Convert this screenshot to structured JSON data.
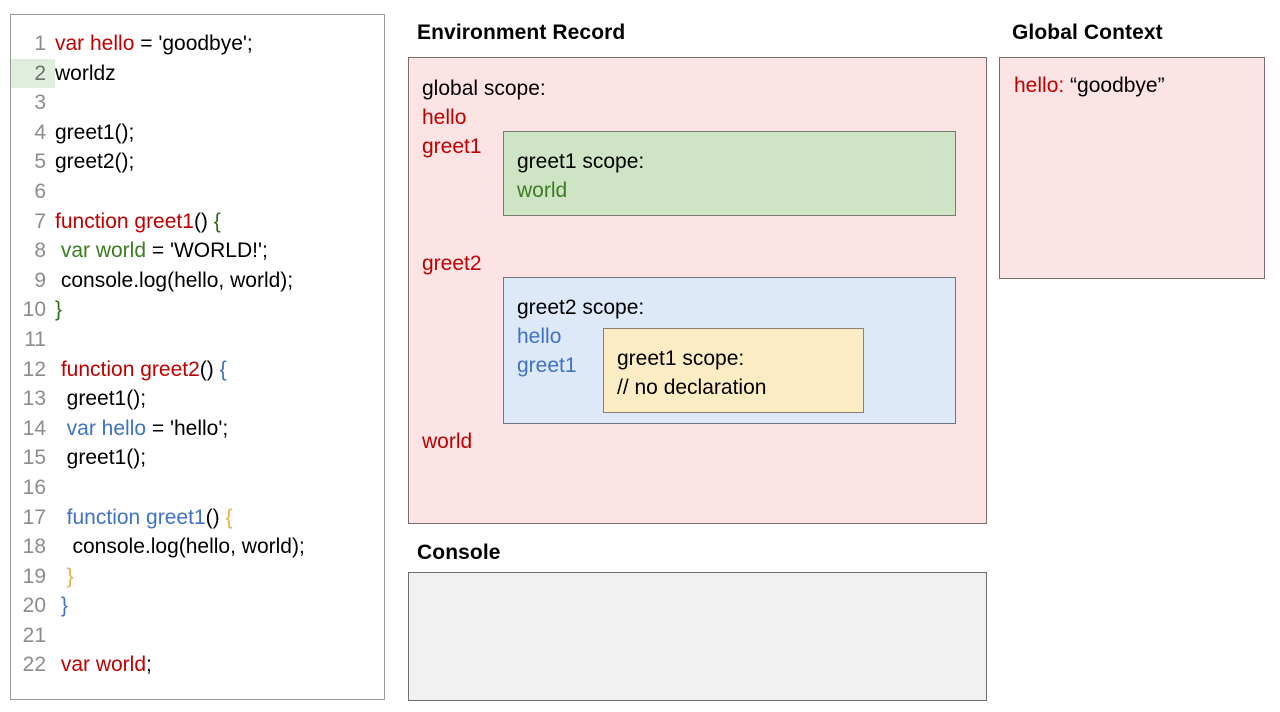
{
  "editor": {
    "highlighted_line": 2,
    "lines": [
      {
        "num": "1",
        "tokens": [
          {
            "t": "var hello",
            "c": "red"
          },
          {
            "t": " = 'goodbye';",
            "c": "black"
          }
        ]
      },
      {
        "num": "2",
        "tokens": [
          {
            "t": "worldz",
            "c": "black"
          }
        ]
      },
      {
        "num": "3",
        "tokens": [
          {
            "t": "",
            "c": "black"
          }
        ]
      },
      {
        "num": "4",
        "tokens": [
          {
            "t": "greet1();",
            "c": "black"
          }
        ]
      },
      {
        "num": "5",
        "tokens": [
          {
            "t": "greet2();",
            "c": "black"
          }
        ]
      },
      {
        "num": "6",
        "tokens": [
          {
            "t": "",
            "c": "black"
          }
        ]
      },
      {
        "num": "7",
        "tokens": [
          {
            "t": "function greet1",
            "c": "red"
          },
          {
            "t": "() ",
            "c": "black"
          },
          {
            "t": "{",
            "c": "dkgreen"
          }
        ]
      },
      {
        "num": "8",
        "tokens": [
          {
            "t": " var world",
            "c": "green"
          },
          {
            "t": " = 'WORLD!';",
            "c": "black"
          }
        ]
      },
      {
        "num": "9",
        "tokens": [
          {
            "t": " console.log(hello, world);",
            "c": "black"
          }
        ]
      },
      {
        "num": "10",
        "tokens": [
          {
            "t": "}",
            "c": "dkgreen"
          }
        ]
      },
      {
        "num": "11",
        "tokens": [
          {
            "t": "",
            "c": "black"
          }
        ]
      },
      {
        "num": "12",
        "tokens": [
          {
            "t": " function greet2",
            "c": "red"
          },
          {
            "t": "() ",
            "c": "black"
          },
          {
            "t": "{",
            "c": "blue"
          }
        ]
      },
      {
        "num": "13",
        "tokens": [
          {
            "t": "  greet1();",
            "c": "black"
          }
        ]
      },
      {
        "num": "14",
        "tokens": [
          {
            "t": "  var hello",
            "c": "blue"
          },
          {
            "t": " = 'hello';",
            "c": "black"
          }
        ]
      },
      {
        "num": "15",
        "tokens": [
          {
            "t": "  greet1();",
            "c": "black"
          }
        ]
      },
      {
        "num": "16",
        "tokens": [
          {
            "t": "",
            "c": "black"
          }
        ]
      },
      {
        "num": "17",
        "tokens": [
          {
            "t": "  function greet1",
            "c": "blue"
          },
          {
            "t": "() ",
            "c": "black"
          },
          {
            "t": "{",
            "c": "orange"
          }
        ]
      },
      {
        "num": "18",
        "tokens": [
          {
            "t": "   console.log(hello, world);",
            "c": "black"
          }
        ]
      },
      {
        "num": "19",
        "tokens": [
          {
            "t": "  }",
            "c": "orange"
          }
        ]
      },
      {
        "num": "20",
        "tokens": [
          {
            "t": " }",
            "c": "blue"
          }
        ]
      },
      {
        "num": "21",
        "tokens": [
          {
            "t": "",
            "c": "black"
          }
        ]
      },
      {
        "num": "22",
        "tokens": [
          {
            "t": " var world",
            "c": "red"
          },
          {
            "t": ";",
            "c": "black"
          }
        ]
      }
    ]
  },
  "environment_record": {
    "title": "Environment Record",
    "global_scope": {
      "heading": "global scope:",
      "vars": [
        "hello",
        "greet1",
        "greet2",
        "world"
      ]
    },
    "greet1_scope": {
      "heading": "greet1 scope:",
      "vars": [
        "world"
      ]
    },
    "greet2_scope": {
      "heading": "greet2 scope:",
      "vars": [
        "hello",
        "greet1"
      ]
    },
    "greet1_inner_scope": {
      "heading": "greet1 scope:",
      "note": "// no declaration"
    }
  },
  "global_context": {
    "title": "Global Context",
    "entry_key": "hello:",
    "entry_value": " “goodbye”"
  },
  "console": {
    "title": "Console",
    "output": ""
  },
  "colors": {
    "red": "#c00000",
    "green": "#3b7d22",
    "blue": "#3f72c4",
    "orange": "#e8b14a",
    "pink_panel": "#fce4e4",
    "green_box": "#cfe4c4",
    "blue_box": "#dde8f8",
    "yellow_box": "#fcecc4",
    "console_bg": "#f1f1f1",
    "line_highlight": "#dfeedd"
  }
}
